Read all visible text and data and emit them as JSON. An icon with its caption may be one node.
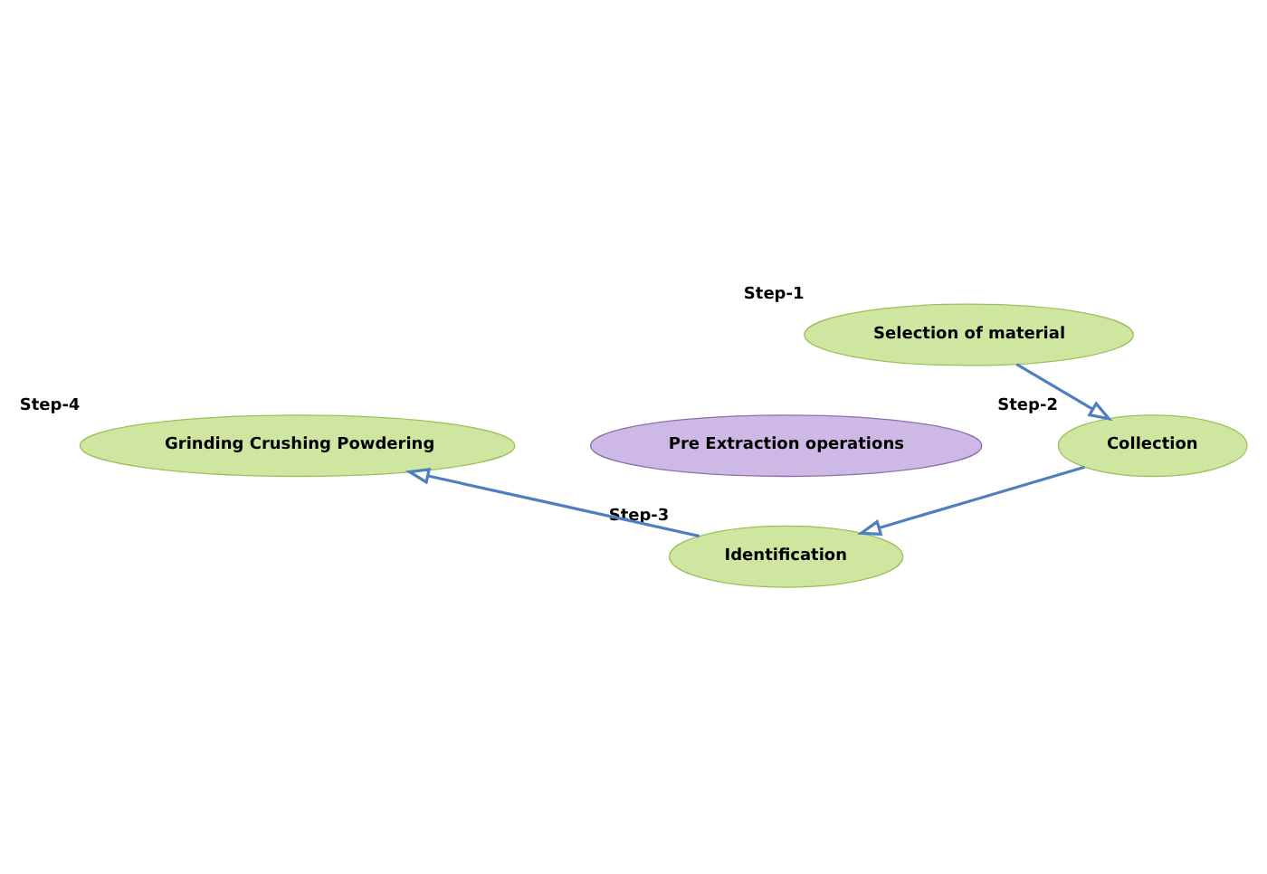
{
  "diagram": {
    "nodes": [
      {
        "text": [
          "Pre Extraction operations"
        ]
      },
      {
        "text": [
          "Selection of material"
        ],
        "beside": [
          "Step-1"
        ]
      },
      {
        "text": [
          "Collection"
        ],
        "beside": [
          "Step-2"
        ]
      },
      {
        "text": [
          "Identification"
        ],
        "beside": [
          "Step-3"
        ]
      },
      {
        "text": [
          "Grinding Crushing Powdering"
        ],
        "beside": [
          "Step-4"
        ]
      }
    ],
    "edges": [
      {
        "from": 1,
        "to": 2,
        "arrow": "to"
      },
      {
        "from": 2,
        "to": 3,
        "arrow": "to"
      },
      {
        "from": 3,
        "to": 4,
        "arrow": "to"
      }
    ]
  }
}
